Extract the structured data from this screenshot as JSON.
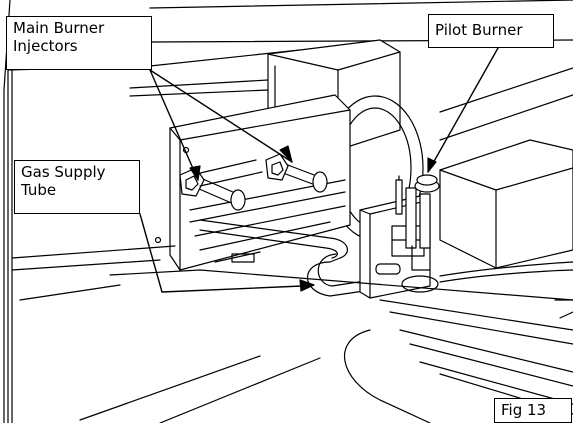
{
  "labels": {
    "main_burner_injectors_line1": "Main Burner",
    "main_burner_injectors_line2": "Injectors",
    "pilot_burner": "Pilot Burner",
    "gas_supply_tube_line1": "Gas Supply",
    "gas_supply_tube_line2": "Tube",
    "figure_number": "Fig 13"
  }
}
